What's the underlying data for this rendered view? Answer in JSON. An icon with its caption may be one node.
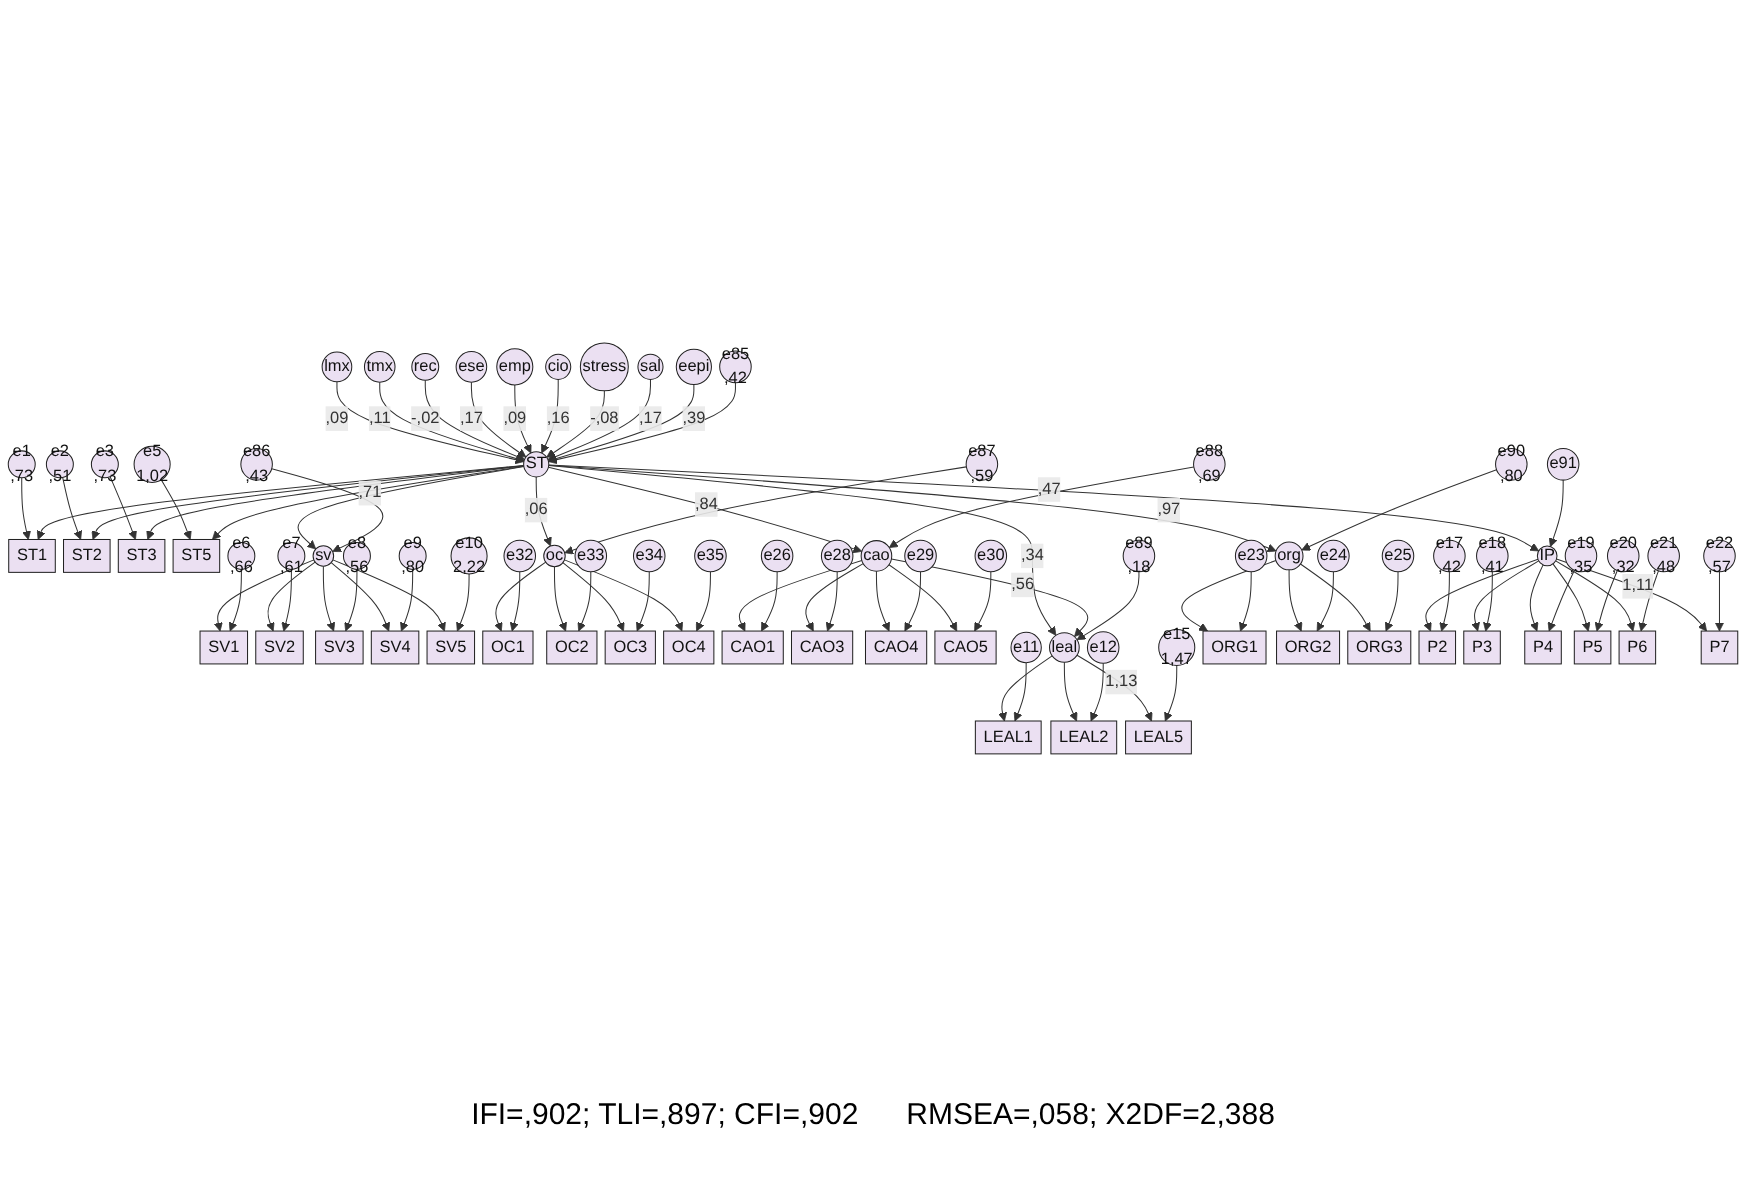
{
  "diagram": {
    "nodes": [
      {
        "text": [
          "lmx"
        ]
      },
      {
        "text": [
          "tmx"
        ]
      },
      {
        "text": [
          "rec"
        ]
      },
      {
        "text": [
          "ese"
        ]
      },
      {
        "text": [
          "emp"
        ]
      },
      {
        "text": [
          "cio"
        ]
      },
      {
        "text": [
          "stress"
        ]
      },
      {
        "text": [
          "sal"
        ]
      },
      {
        "text": [
          "eepi"
        ]
      },
      {
        "text": [
          "e1",
          ",73"
        ]
      },
      {
        "text": [
          "e2",
          ",51"
        ]
      },
      {
        "text": [
          "e3",
          ",73"
        ]
      },
      {
        "text": [
          "e5",
          "1,02"
        ]
      },
      {
        "text": [
          "ST1"
        ]
      },
      {
        "text": [
          "ST2"
        ]
      },
      {
        "text": [
          "ST3"
        ]
      },
      {
        "text": [
          "ST5"
        ]
      },
      {
        "text": [
          "ST"
        ]
      },
      {
        "text": [
          "e85",
          ",42"
        ]
      },
      {
        "text": [
          "sv"
        ]
      },
      {
        "text": [
          "e86",
          ",43"
        ]
      },
      {
        "text": [
          "SV1"
        ]
      },
      {
        "text": [
          "SV2"
        ]
      },
      {
        "text": [
          "SV3"
        ]
      },
      {
        "text": [
          "SV4"
        ]
      },
      {
        "text": [
          "SV5"
        ]
      },
      {
        "text": [
          "e6",
          ",66"
        ]
      },
      {
        "text": [
          "e7",
          ",61"
        ]
      },
      {
        "text": [
          "e8",
          ",56"
        ]
      },
      {
        "text": [
          "e9",
          ",80"
        ]
      },
      {
        "text": [
          "e10",
          "2,22"
        ]
      },
      {
        "text": [
          "oc"
        ]
      },
      {
        "text": [
          "e87",
          ",59"
        ]
      },
      {
        "text": [
          "OC1"
        ]
      },
      {
        "text": [
          "OC2"
        ]
      },
      {
        "text": [
          "OC3"
        ]
      },
      {
        "text": [
          "OC4"
        ]
      },
      {
        "text": [
          "e32"
        ]
      },
      {
        "text": [
          "e33"
        ]
      },
      {
        "text": [
          "e34"
        ]
      },
      {
        "text": [
          "e35"
        ]
      },
      {
        "text": [
          "cao"
        ]
      },
      {
        "text": [
          "e88",
          ",69"
        ]
      },
      {
        "text": [
          "CAO1"
        ]
      },
      {
        "text": [
          "CAO3"
        ]
      },
      {
        "text": [
          "CAO4"
        ]
      },
      {
        "text": [
          "CAO5"
        ]
      },
      {
        "text": [
          "e26"
        ]
      },
      {
        "text": [
          "e28"
        ]
      },
      {
        "text": [
          "e29"
        ]
      },
      {
        "text": [
          "e30"
        ]
      },
      {
        "text": [
          "leal"
        ]
      },
      {
        "text": [
          "e89",
          ",18"
        ]
      },
      {
        "text": [
          "LEAL1"
        ]
      },
      {
        "text": [
          "LEAL2"
        ]
      },
      {
        "text": [
          "LEAL5"
        ]
      },
      {
        "text": [
          "e11"
        ]
      },
      {
        "text": [
          "e12"
        ]
      },
      {
        "text": [
          "e15",
          "1,47"
        ]
      },
      {
        "text": [
          "org"
        ]
      },
      {
        "text": [
          "e90",
          ",80"
        ]
      },
      {
        "text": [
          "ORG1"
        ]
      },
      {
        "text": [
          "ORG2"
        ]
      },
      {
        "text": [
          "ORG3"
        ]
      },
      {
        "text": [
          "e23"
        ]
      },
      {
        "text": [
          "e24"
        ]
      },
      {
        "text": [
          "e25"
        ]
      },
      {
        "text": [
          "IP"
        ]
      },
      {
        "text": [
          "e91"
        ]
      },
      {
        "text": [
          "P2"
        ]
      },
      {
        "text": [
          "P3"
        ]
      },
      {
        "text": [
          "P4"
        ]
      },
      {
        "text": [
          "P5"
        ]
      },
      {
        "text": [
          "P6"
        ]
      },
      {
        "text": [
          "P7"
        ]
      },
      {
        "text": [
          "e17",
          ",42"
        ]
      },
      {
        "text": [
          "e18",
          ",41"
        ]
      },
      {
        "text": [
          "e19",
          ",35"
        ]
      },
      {
        "text": [
          "e20",
          ",32"
        ]
      },
      {
        "text": [
          "e21",
          ",48"
        ]
      },
      {
        "text": [
          "e22",
          ",57"
        ]
      }
    ],
    "edges": [
      {
        "from": 0,
        "to": 17,
        "arrow": "to",
        "label": ",09"
      },
      {
        "from": 1,
        "to": 17,
        "arrow": "to",
        "label": ",11"
      },
      {
        "from": 2,
        "to": 17,
        "arrow": "to",
        "label": "-,02"
      },
      {
        "from": 3,
        "to": 17,
        "arrow": "to",
        "label": ",17"
      },
      {
        "from": 4,
        "to": 17,
        "arrow": "to",
        "label": ",09"
      },
      {
        "from": 5,
        "to": 17,
        "arrow": "to",
        "label": ",16"
      },
      {
        "from": 6,
        "to": 17,
        "arrow": "to",
        "label": "-,08"
      },
      {
        "from": 7,
        "to": 17,
        "arrow": "to",
        "label": ",17"
      },
      {
        "from": 8,
        "to": 17,
        "arrow": "to",
        "label": ",39"
      },
      {
        "from": 9,
        "to": 13,
        "arrow": "to"
      },
      {
        "from": 10,
        "to": 14,
        "arrow": "to"
      },
      {
        "from": 11,
        "to": 15,
        "arrow": "to"
      },
      {
        "from": 12,
        "to": 16,
        "arrow": "to"
      },
      {
        "from": 17,
        "to": 13,
        "arrow": "to"
      },
      {
        "from": 17,
        "to": 14,
        "arrow": "to"
      },
      {
        "from": 17,
        "to": 15,
        "arrow": "to"
      },
      {
        "from": 17,
        "to": 16,
        "arrow": "to"
      },
      {
        "from": 18,
        "to": 17,
        "arrow": "to"
      },
      {
        "from": 17,
        "to": 19,
        "arrow": "to",
        "label": ",71"
      },
      {
        "from": 17,
        "to": 31,
        "arrow": "to",
        "label": ",06"
      },
      {
        "from": 17,
        "to": 41,
        "arrow": "to",
        "label": ",84"
      },
      {
        "from": 17,
        "to": 51,
        "arrow": "to",
        "label": ",34"
      },
      {
        "from": 17,
        "to": 59,
        "arrow": "to",
        "label": ",97"
      },
      {
        "from": 17,
        "to": 67,
        "arrow": "to",
        "label": ",47"
      },
      {
        "from": 20,
        "to": 19,
        "arrow": "to"
      },
      {
        "from": 19,
        "to": 21,
        "arrow": "to"
      },
      {
        "from": 19,
        "to": 22,
        "arrow": "to"
      },
      {
        "from": 19,
        "to": 23,
        "arrow": "to"
      },
      {
        "from": 19,
        "to": 24,
        "arrow": "to"
      },
      {
        "from": 19,
        "to": 25,
        "arrow": "to"
      },
      {
        "from": 26,
        "to": 21,
        "arrow": "to"
      },
      {
        "from": 27,
        "to": 22,
        "arrow": "to"
      },
      {
        "from": 28,
        "to": 23,
        "arrow": "to"
      },
      {
        "from": 29,
        "to": 24,
        "arrow": "to"
      },
      {
        "from": 30,
        "to": 25,
        "arrow": "to"
      },
      {
        "from": 32,
        "to": 31,
        "arrow": "to"
      },
      {
        "from": 31,
        "to": 33,
        "arrow": "to"
      },
      {
        "from": 31,
        "to": 34,
        "arrow": "to"
      },
      {
        "from": 31,
        "to": 35,
        "arrow": "to"
      },
      {
        "from": 31,
        "to": 36,
        "arrow": "to"
      },
      {
        "from": 37,
        "to": 33,
        "arrow": "to"
      },
      {
        "from": 38,
        "to": 34,
        "arrow": "to"
      },
      {
        "from": 39,
        "to": 35,
        "arrow": "to"
      },
      {
        "from": 40,
        "to": 36,
        "arrow": "to"
      },
      {
        "from": 42,
        "to": 41,
        "arrow": "to"
      },
      {
        "from": 41,
        "to": 43,
        "arrow": "to"
      },
      {
        "from": 41,
        "to": 44,
        "arrow": "to"
      },
      {
        "from": 41,
        "to": 45,
        "arrow": "to"
      },
      {
        "from": 41,
        "to": 46,
        "arrow": "to"
      },
      {
        "from": 47,
        "to": 43,
        "arrow": "to"
      },
      {
        "from": 48,
        "to": 44,
        "arrow": "to"
      },
      {
        "from": 49,
        "to": 45,
        "arrow": "to"
      },
      {
        "from": 50,
        "to": 46,
        "arrow": "to"
      },
      {
        "from": 41,
        "to": 51,
        "arrow": "to",
        "label": ",56"
      },
      {
        "from": 52,
        "to": 51,
        "arrow": "to"
      },
      {
        "from": 51,
        "to": 53,
        "arrow": "to"
      },
      {
        "from": 51,
        "to": 54,
        "arrow": "to"
      },
      {
        "from": 51,
        "to": 55,
        "arrow": "to",
        "label": "1,13"
      },
      {
        "from": 56,
        "to": 53,
        "arrow": "to"
      },
      {
        "from": 57,
        "to": 54,
        "arrow": "to"
      },
      {
        "from": 58,
        "to": 55,
        "arrow": "to"
      },
      {
        "from": 60,
        "to": 59,
        "arrow": "to"
      },
      {
        "from": 59,
        "to": 61,
        "arrow": "to"
      },
      {
        "from": 59,
        "to": 62,
        "arrow": "to"
      },
      {
        "from": 59,
        "to": 63,
        "arrow": "to"
      },
      {
        "from": 64,
        "to": 61,
        "arrow": "to"
      },
      {
        "from": 65,
        "to": 62,
        "arrow": "to"
      },
      {
        "from": 66,
        "to": 63,
        "arrow": "to"
      },
      {
        "from": 68,
        "to": 67,
        "arrow": "to"
      },
      {
        "from": 67,
        "to": 69,
        "arrow": "to"
      },
      {
        "from": 67,
        "to": 70,
        "arrow": "to"
      },
      {
        "from": 67,
        "to": 71,
        "arrow": "to"
      },
      {
        "from": 67,
        "to": 72,
        "arrow": "to"
      },
      {
        "from": 67,
        "to": 73,
        "arrow": "to"
      },
      {
        "from": 67,
        "to": 74,
        "arrow": "to",
        "label": "1,11"
      },
      {
        "from": 75,
        "to": 69,
        "arrow": "to"
      },
      {
        "from": 76,
        "to": 70,
        "arrow": "to"
      },
      {
        "from": 77,
        "to": 71,
        "arrow": "to"
      },
      {
        "from": 78,
        "to": 72,
        "arrow": "to"
      },
      {
        "from": 79,
        "to": 73,
        "arrow": "to"
      },
      {
        "from": 80,
        "to": 74,
        "arrow": "to"
      }
    ],
    "labels": [
      "IFI=,902; TLI=,897; CFI=,902",
      "RMSEA=,058; X2DF=2,388"
    ]
  }
}
